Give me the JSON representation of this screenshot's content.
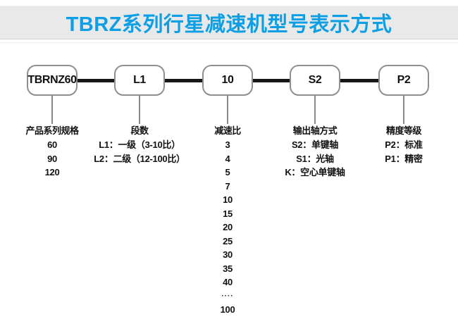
{
  "header": {
    "title": "TBRZ系列行星减速机型号表示方式",
    "accent_color": "#0d9fe6",
    "band_color": "#e9e9e9"
  },
  "columns": [
    {
      "code": "TBRNZ60",
      "label": "产品系列规格",
      "items": [
        "60",
        "90",
        "120"
      ]
    },
    {
      "code": "L1",
      "label": "段数",
      "items": [
        "L1：一级（3-10比）",
        "L2：二级（12-100比）"
      ]
    },
    {
      "code": "10",
      "label": "减速比",
      "items": [
        "3",
        "4",
        "5",
        "7",
        "10",
        "15",
        "20",
        "25",
        "30",
        "35",
        "40",
        "····",
        "100"
      ]
    },
    {
      "code": "S2",
      "label": "输出轴方式",
      "items": [
        "S2：单键轴",
        "S1：光轴",
        "K：空心单键轴"
      ]
    },
    {
      "code": "P2",
      "label": "精度等级",
      "items": [
        "P2：标准",
        "P1：精密"
      ]
    }
  ]
}
